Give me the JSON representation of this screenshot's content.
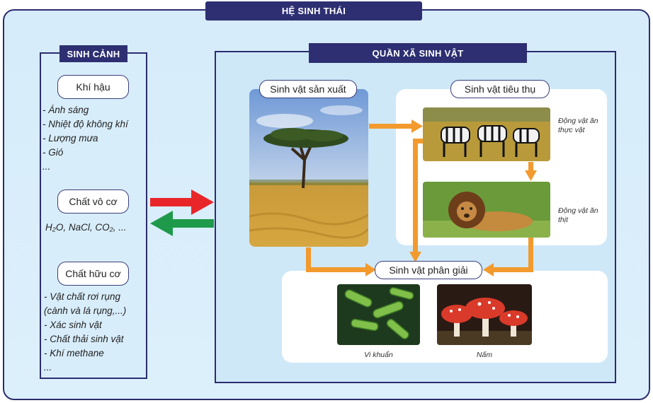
{
  "title": "HỆ SINH THÁI",
  "environment": {
    "title": "SINH CẢNH",
    "climate": {
      "label": "Khí hậu",
      "items": [
        "- Ánh sáng",
        "- Nhiệt độ không khí",
        "- Lượng mưa",
        "- Gió",
        "..."
      ]
    },
    "inorganic": {
      "label": "Chất vô cơ",
      "formula": "H₂O, NaCl, CO₂, ..."
    },
    "organic": {
      "label": "Chất hữu cơ",
      "items": [
        "- Vật chất rơi rụng",
        "(cành và lá rụng,...)",
        "- Xác sinh vật",
        "- Chất thải sinh vật",
        "- Khí methane",
        "..."
      ]
    }
  },
  "community": {
    "title": "QUẦN XÃ SINH VẬT",
    "producer": "Sinh vật sản xuất",
    "consumer": "Sinh vật tiêu thụ",
    "herbivore": "Động vật ăn thực vật",
    "carnivore": "Động vật ăn thịt",
    "decomposer": "Sinh vật phân giải",
    "bacteria": "Vi khuẩn",
    "fungi": "Nấm"
  },
  "colors": {
    "navy": "#2d2f72",
    "arrow_red": "#e8262a",
    "arrow_green": "#1f9a4a",
    "arrow_orange": "#f29a2e",
    "background": "#d6ecfa"
  }
}
